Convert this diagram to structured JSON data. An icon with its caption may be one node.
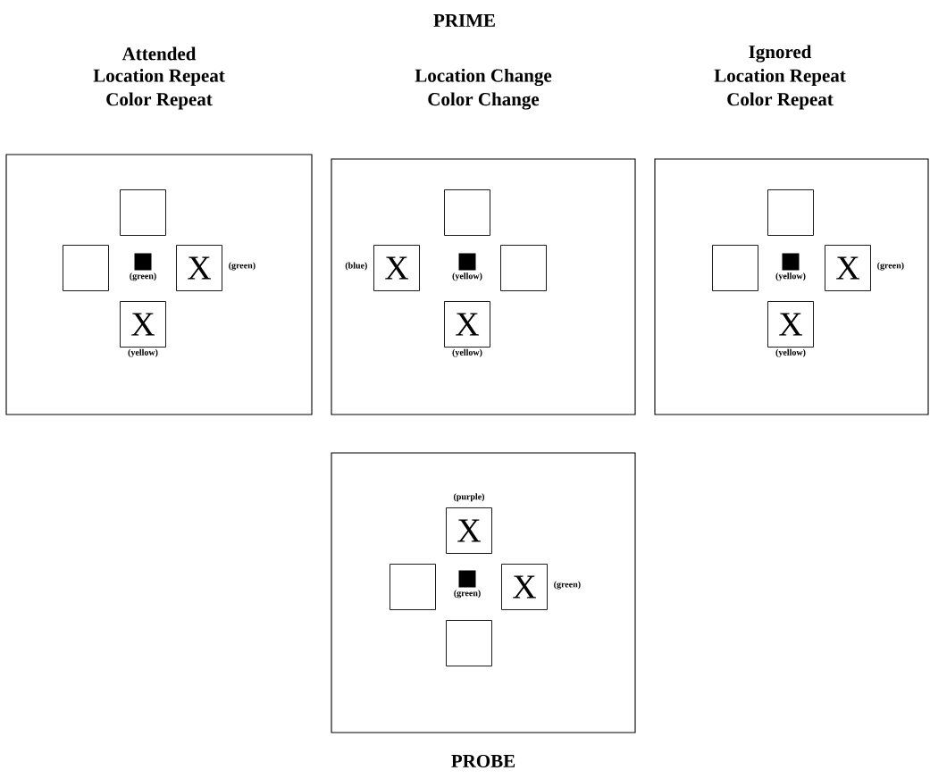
{
  "diagram": {
    "title": "PRIME",
    "nodes": [
      {
        "text": [
          "Attended",
          "Location Repeat",
          "Color Repeat"
        ]
      },
      {
        "text": [],
        "shape": "box",
        "in": 0
      },
      {
        "text": [],
        "shape": "box",
        "in": 0
      },
      {
        "text": [],
        "shape": "square",
        "in": 0,
        "beside": [
          "(green)"
        ]
      },
      {
        "text": [
          "X"
        ],
        "in": 0,
        "beside": [
          "(green)"
        ]
      },
      {
        "text": [
          "X"
        ],
        "in": 0,
        "beside": [
          "(yellow)"
        ]
      },
      {
        "text": [
          "Location Change",
          "Color Change"
        ]
      },
      {
        "text": [],
        "shape": "box",
        "in": 6
      },
      {
        "text": [
          "X"
        ],
        "in": 6,
        "beside": [
          "(blue)"
        ]
      },
      {
        "text": [],
        "shape": "square",
        "in": 6,
        "beside": [
          "(yellow)"
        ]
      },
      {
        "text": [],
        "shape": "box",
        "in": 6
      },
      {
        "text": [
          "X"
        ],
        "in": 6,
        "beside": [
          "(yellow)"
        ]
      },
      {
        "text": [
          "Ignored",
          "Location Repeat",
          "Color Repeat"
        ]
      },
      {
        "text": [],
        "shape": "box",
        "in": 12
      },
      {
        "text": [],
        "shape": "box",
        "in": 12
      },
      {
        "text": [],
        "shape": "square",
        "in": 12,
        "beside": [
          "(yellow)"
        ]
      },
      {
        "text": [
          "X"
        ],
        "in": 12,
        "beside": [
          "(green)"
        ]
      },
      {
        "text": [
          "X"
        ],
        "in": 12,
        "beside": [
          "(yellow)"
        ]
      },
      {
        "text": [
          "PROBE"
        ]
      },
      {
        "text": [
          "X"
        ],
        "in": 18,
        "beside": [
          "(purple)"
        ]
      },
      {
        "text": [],
        "shape": "box",
        "in": 18
      },
      {
        "text": [],
        "shape": "square",
        "in": 18,
        "beside": [
          "(green)"
        ]
      },
      {
        "text": [
          "X"
        ],
        "in": 18,
        "beside": [
          "(green)"
        ]
      },
      {
        "text": [],
        "shape": "box",
        "in": 18
      }
    ]
  }
}
